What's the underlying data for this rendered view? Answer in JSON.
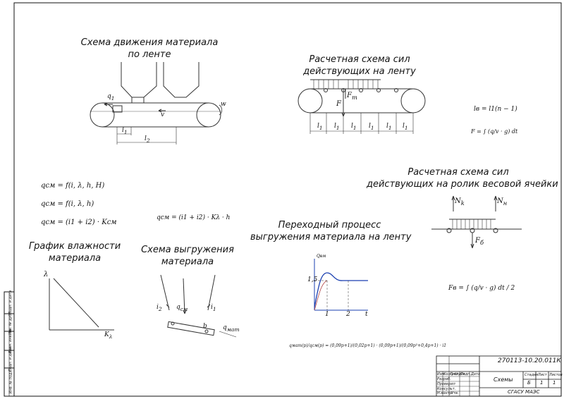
{
  "titles": {
    "belt_motion": [
      "Схема движения материала",
      "по ленте"
    ],
    "belt_forces": [
      "Расчетная схема сил",
      "действующих на ленту"
    ],
    "roller_forces": [
      "Расчетная схема сил",
      "действующих на ролик весовой ячейки"
    ],
    "transient": [
      "Переходный процесс",
      "выгружения материала на ленту"
    ],
    "humidity": [
      "График влажности",
      "материала"
    ],
    "unloading": [
      "Схема выгружения",
      "материала"
    ]
  },
  "belt_motion_labels": {
    "q": "q",
    "q_sub": "1",
    "v": "v",
    "w": "w",
    "l1": "l",
    "l1_sub": "1",
    "l2": "l",
    "l2_sub": "2"
  },
  "belt_forces_labels": {
    "F": "F",
    "Ft": "F",
    "Ft_sub": "т",
    "l_sub": "1"
  },
  "roller_labels": {
    "Nk": "N",
    "Nk_sub": "k",
    "Nh": "N",
    "Nh_sub": "н",
    "Fb": "F",
    "Fb_sub": "б"
  },
  "transient_labels": {
    "y_axis": "Qвм",
    "x_axis": "t",
    "y_tick": "1,5",
    "x_tick1": "1",
    "x_tick2": "2"
  },
  "humidity_labels": {
    "y_axis": "λ",
    "x_axis": "K",
    "x_axis_sub": "λ"
  },
  "unloading_labels": {
    "i2": "i",
    "i2_sub": "2",
    "qsm": "q",
    "qsm_sub": "см",
    "i1": "i",
    "i1_sub": "1",
    "b": "b",
    "qmat": "q",
    "qmat_sub": "мат"
  },
  "formulas": {
    "f1": "qсм = f(i, λ, h, H)",
    "f2": "qсм = f(i, λ, h)",
    "f3": "qсм = (i1 + i2) · Kсм",
    "f4": "qсм = (i1 + i2) · Kλ · h",
    "f5": "lв = l1(n − 1)",
    "f6": "F = ∫ (q/v · g) dt",
    "f7": "Fв = ∫ (q/v · g) dt / 2",
    "f8": "qмат(p)/qсм(p) = (0,09p+1)/(0,02p+1) · (0,09p+1)/(0,09p²+0,4p+1) · i1"
  },
  "title_block": {
    "doc_number": "270113-10.20.011К",
    "sheet_name": "Схемы",
    "stage": "Б",
    "sheet": "1",
    "sheets": "1",
    "org": "СГАСУ МАЭС",
    "col_stage": "Стадия",
    "col_sheet": "Лист",
    "col_sheets": "Листов",
    "header_cells": [
      "Изм.",
      "Кол.уч",
      "Лист",
      "№док",
      "Подп.",
      "Дата"
    ],
    "rows": [
      "Разраб.",
      "Проверил",
      "Консульт.",
      "Н.контр.",
      "Утв."
    ]
  },
  "left_margin_labels": [
    "Подп. и дата",
    "Инв. № дубл.",
    "Взам. инв. №",
    "Подп. и дата",
    "Инв. № подл."
  ],
  "colors": {
    "ink": "#111111",
    "accent": "#1a3fb0"
  }
}
